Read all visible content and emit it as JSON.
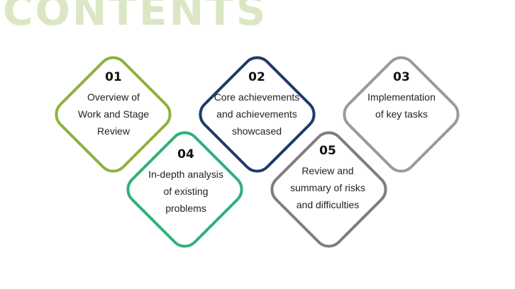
{
  "title": {
    "text": "CONTENTS",
    "color": "#dbe7c4"
  },
  "items": [
    {
      "num": "01",
      "text": "Overview of\nWork and Stage\nReview",
      "color": "#8db23a"
    },
    {
      "num": "02",
      "text": "Core achievements\nand achievements\nshowcased",
      "color": "#1f3a68"
    },
    {
      "num": "03",
      "text": "Implementation\nof key tasks",
      "color": "#9a9a9a"
    },
    {
      "num": "04",
      "text": "In-depth analysis\nof existing\nproblems",
      "color": "#2fb079"
    },
    {
      "num": "05",
      "text": "Review and\nsummary of risks\nand difficulties",
      "color": "#7d7d7d"
    }
  ]
}
